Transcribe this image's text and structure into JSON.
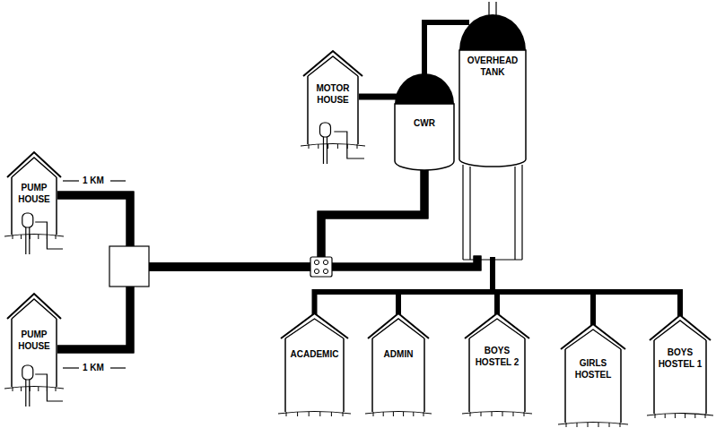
{
  "diagram": {
    "nodes": [
      {
        "text": [
          "PUMP HOUSE"
        ]
      },
      {
        "text": [
          "PUMP HOUSE"
        ]
      },
      {
        "text": [
          "MOTOR HOUSE"
        ]
      },
      {
        "text": [
          "CWR"
        ]
      },
      {
        "text": [
          "OVERHEAD TANK"
        ]
      },
      {
        "text": [
          "ACADEMIC"
        ]
      },
      {
        "text": [
          "ADMIN"
        ]
      },
      {
        "text": [
          "BOYS HOSTEL 2"
        ]
      },
      {
        "text": [
          "GIRLS HOSTEL"
        ]
      },
      {
        "text": [
          "BOYS HOSTEL 1"
        ]
      }
    ],
    "edges": [
      {
        "from": 0,
        "to": 4,
        "arrow": "none"
      },
      {
        "from": 0,
        "to": 3,
        "arrow": "none"
      },
      {
        "from": 1,
        "to": 4,
        "arrow": "none"
      },
      {
        "from": 1,
        "to": 3,
        "arrow": "none"
      },
      {
        "from": 2,
        "to": 3,
        "arrow": "none"
      },
      {
        "from": 3,
        "to": 4,
        "arrow": "none"
      },
      {
        "from": 4,
        "to": 5,
        "arrow": "none"
      },
      {
        "from": 4,
        "to": 6,
        "arrow": "none"
      },
      {
        "from": 4,
        "to": 7,
        "arrow": "none"
      },
      {
        "from": 4,
        "to": 8,
        "arrow": "none"
      },
      {
        "from": 4,
        "to": 9,
        "arrow": "none"
      }
    ],
    "labels": [
      "1 KM",
      "1 KM"
    ]
  }
}
